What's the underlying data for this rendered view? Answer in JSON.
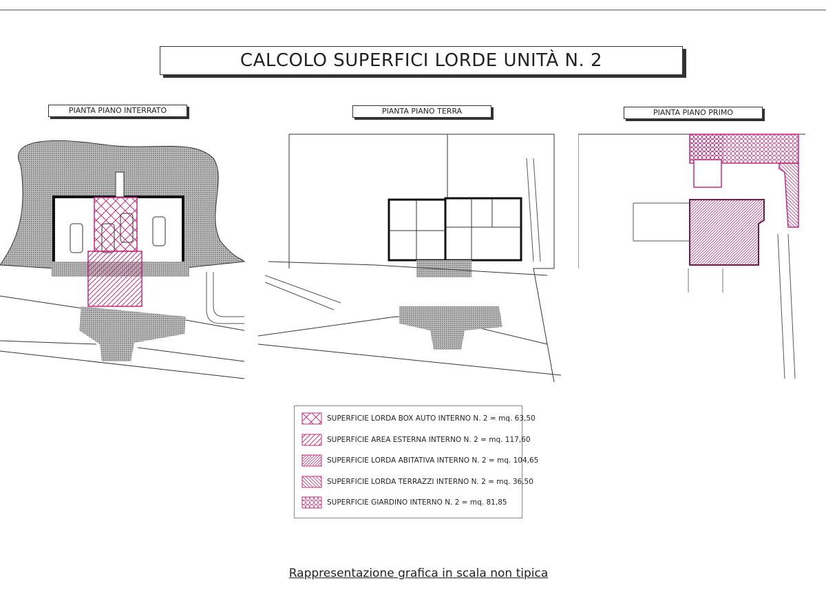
{
  "title": "CALCOLO SUPERFICI LORDE UNITÀ N. 2",
  "plans": [
    {
      "label": "PIANTA PIANO INTERRATO"
    },
    {
      "label": "PIANTA PIANO TERRA"
    },
    {
      "label": "PIANTA PIANO PRIMO"
    }
  ],
  "legend": [
    {
      "pattern": "crosshatch",
      "text": "SUPERFICIE LORDA BOX AUTO INTERNO N. 2 = mq. 63,50"
    },
    {
      "pattern": "diagonal",
      "text": "SUPERFICIE AREA ESTERNA INTERNO N. 2 = mq. 117,60"
    },
    {
      "pattern": "diagonal-dense",
      "text": "SUPERFICIE LORDA ABITATIVA INTERNO N. 2 = mq. 104,65"
    },
    {
      "pattern": "back-diagonal",
      "text": "SUPERFICIE LORDA TERRAZZI INTERNO N. 2 = mq. 36,50"
    },
    {
      "pattern": "circles",
      "text": "SUPERFICIE GIARDINO INTERNO N. 2 = mq. 81,85"
    }
  ],
  "footer": "Rappresentazione grafica in scala non tipica",
  "colors": {
    "highlight": "#c42a80",
    "ink": "#222222",
    "fill_grey": "#9a9a9a"
  }
}
